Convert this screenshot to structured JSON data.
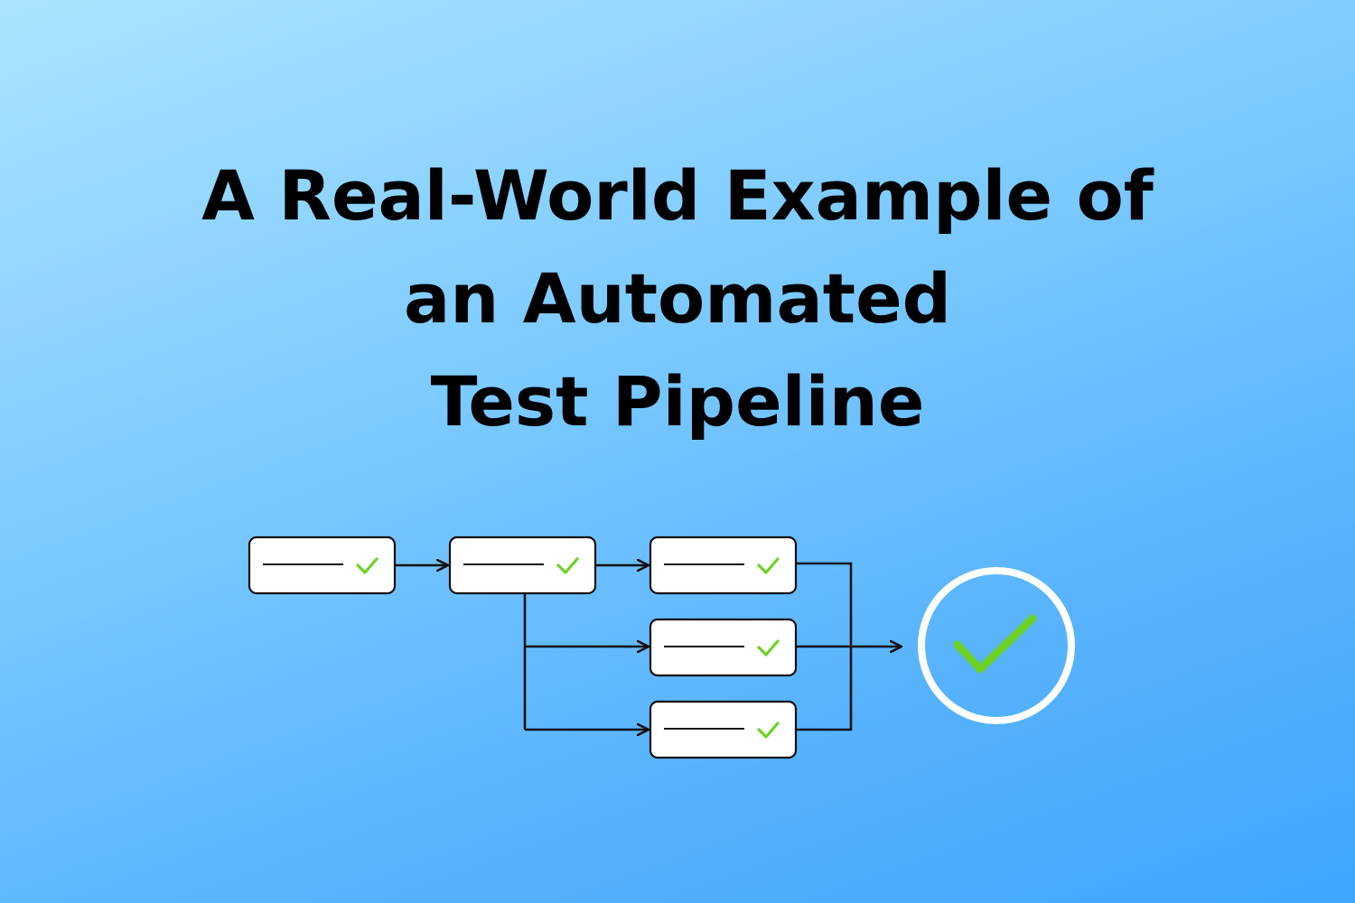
{
  "title": {
    "lines": [
      "A Real-World Example of",
      "an Automated",
      "Test Pipeline"
    ]
  },
  "colors": {
    "background_top": "#abe3ff",
    "background_bottom": "#3ea6ff",
    "title_text": "#000000",
    "stage_box_fill": "#ffffff",
    "stage_box_border": "#111111",
    "connector": "#111111",
    "check_green": "#6bd225",
    "result_ring": "#ffffff"
  },
  "pipeline": {
    "stages": [
      {
        "id": "stage-1",
        "status_icon": "check-icon",
        "status": "passed"
      },
      {
        "id": "stage-2",
        "status_icon": "check-icon",
        "status": "passed"
      },
      {
        "id": "stage-3",
        "status_icon": "check-icon",
        "status": "passed"
      },
      {
        "id": "stage-4",
        "status_icon": "check-icon",
        "status": "passed"
      },
      {
        "id": "stage-5",
        "status_icon": "check-icon",
        "status": "passed"
      }
    ],
    "result": {
      "status_icon": "check-circle-icon",
      "status": "passed"
    }
  }
}
